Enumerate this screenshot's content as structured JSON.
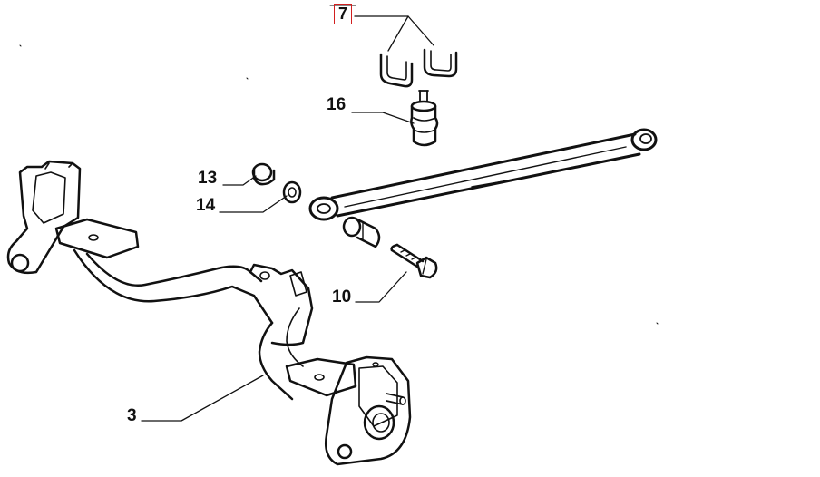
{
  "diagram": {
    "callouts": [
      {
        "id": "7",
        "label": "7",
        "highlighted": true
      },
      {
        "id": "16",
        "label": "16",
        "highlighted": false
      },
      {
        "id": "13",
        "label": "13",
        "highlighted": false
      },
      {
        "id": "14",
        "label": "14",
        "highlighted": false
      },
      {
        "id": "10",
        "label": "10",
        "highlighted": false
      },
      {
        "id": "3",
        "label": "3",
        "highlighted": false
      }
    ],
    "highlight_color": "#d21f1f",
    "line_color": "#111111"
  }
}
